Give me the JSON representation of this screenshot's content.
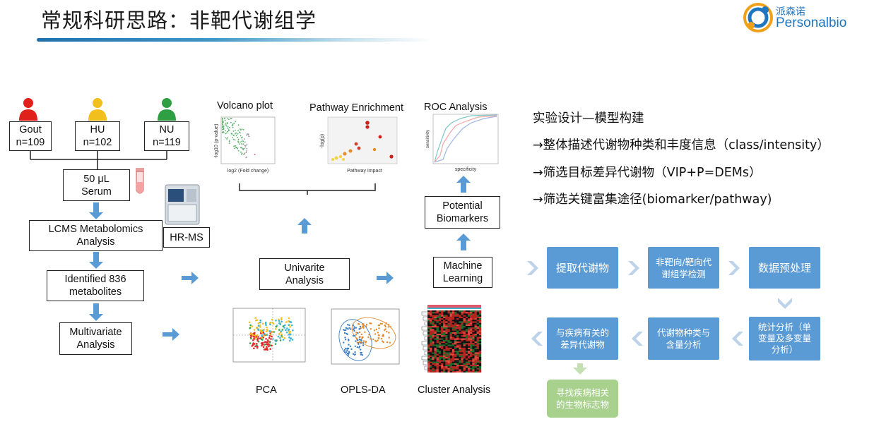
{
  "header": {
    "title": "常规科研思路：非靶代谢组学",
    "logo_cn": "派森诺",
    "logo_en": "Personalbio"
  },
  "colors": {
    "accent_blue": "#5b9bd5",
    "arrow_blue": "#5b9bd5",
    "green_box": "#a9d18e",
    "gout_red": "#e0201b",
    "hu_yellow": "#f2c01e",
    "nu_green": "#2ea043"
  },
  "groups": [
    {
      "name": "Gout",
      "n": "n=109"
    },
    {
      "name": "HU",
      "n": "n=102"
    },
    {
      "name": "NU",
      "n": "n=119"
    }
  ],
  "workflow": {
    "serum_line1": "50 μL",
    "serum_line2": "Serum",
    "instrument": "HR-MS",
    "lcms_line1": "LCMS Metabolomics",
    "lcms_line2": "Analysis",
    "identified_line1": "Identified 836",
    "identified_line2": "metabolites",
    "multivariate_line1": "Multivariate",
    "multivariate_line2": "Analysis",
    "univariate_line1": "Univarite",
    "univariate_line2": "Analysis",
    "ml_line1": "Machine",
    "ml_line2": "Learning",
    "biomarkers_line1": "Potential",
    "biomarkers_line2": "Biomarkers"
  },
  "panels": {
    "volcano": {
      "title": "Volcano plot",
      "xlabel": "log2 (Fold change)",
      "ylabel": "-log10 (p-value)"
    },
    "pathway": {
      "title": "Pathway Enrichment",
      "xlabel": "Pathway Impact",
      "ylabel": "-log(p)"
    },
    "roc": {
      "title": "ROC Analysis",
      "xlabel": "specificity",
      "ylabel": "sensitivity"
    },
    "pca": {
      "label": "PCA"
    },
    "oplsda": {
      "label": "OPLS-DA"
    },
    "cluster": {
      "label": "Cluster Analysis"
    }
  },
  "notes": [
    "实验设计—模型构建",
    "→整体描述代谢物种类和丰度信息（class/intensity）",
    "→筛选目标差异代谢物（VIP+P=DEMs）",
    "→筛选关键富集途径(biomarker/pathway)"
  ],
  "flow_steps": {
    "extract": "提取代谢物",
    "detect_line1": "非靶向/靶向代",
    "detect_line2": "谢组学检测",
    "preprocess": "数据预处理",
    "stats_line1": "统计分析（单",
    "stats_line2": "变量及多变量",
    "stats_line3": "分析）",
    "class_line1": "代谢物种类与",
    "class_line2": "含量分析",
    "disease_line1": "与疾病有关的",
    "disease_line2": "差异代谢物",
    "marker_line1": "寻找疾病相关",
    "marker_line2": "的生物标志物"
  }
}
